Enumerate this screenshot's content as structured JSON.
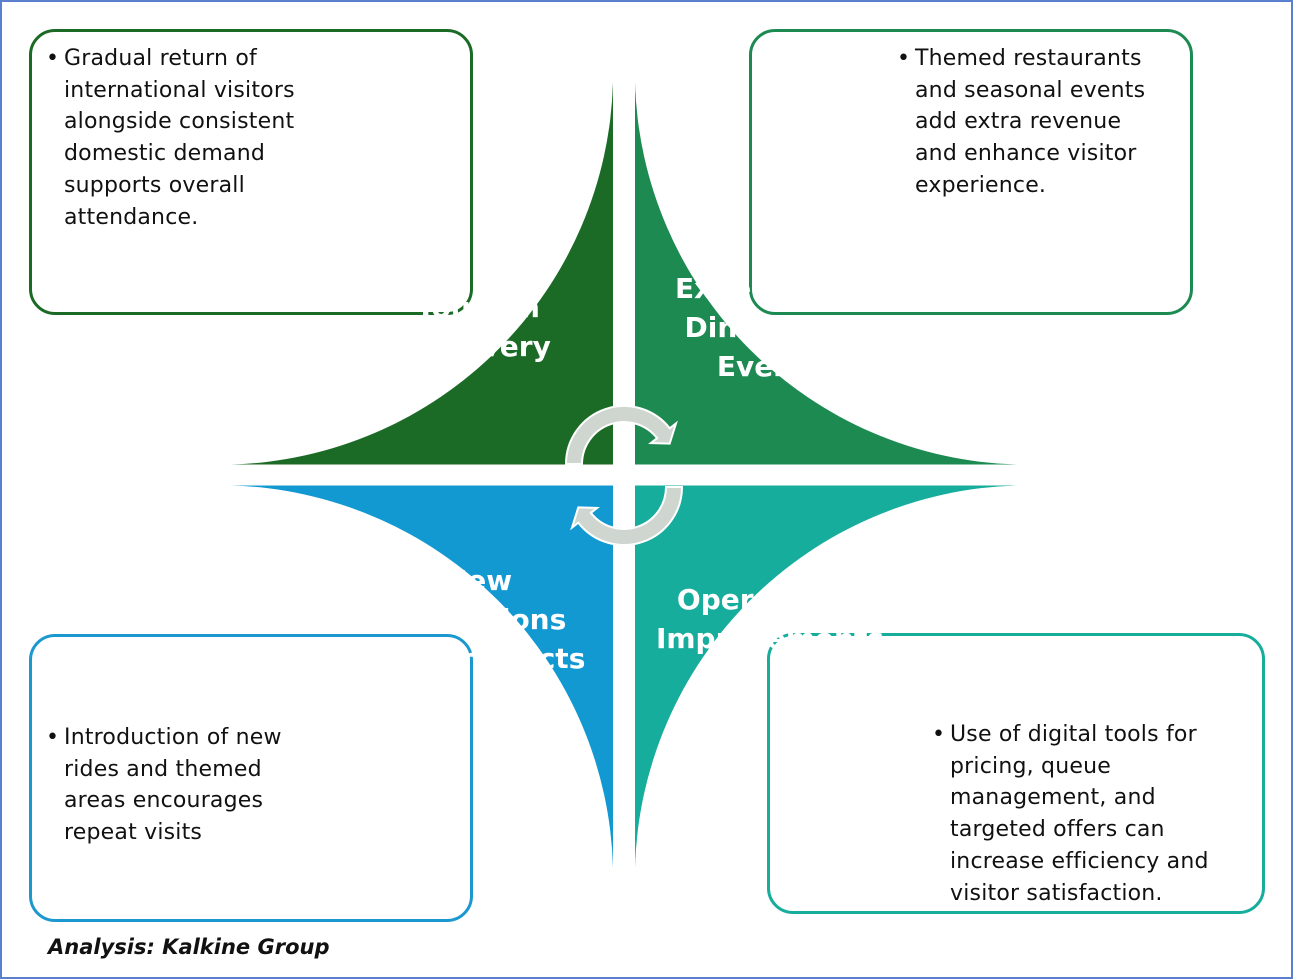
{
  "diagram": {
    "quadrants": [
      {
        "id": "tourism-recovery",
        "label": "Tourism\nRecovery",
        "color": "#1b6b26",
        "description": "Gradual return of\ninternational visitors\nalongside consistent\ndomestic demand\nsupports overall\nattendance."
      },
      {
        "id": "experiential-dining",
        "label": "Experiential\nDining and\nEvents",
        "color": "#1d8a52",
        "description": "Themed restaurants\nand seasonal events\nadd extra revenue\nand enhance visitor\nexperience."
      },
      {
        "id": "new-attractions",
        "label": "New\nAttractions\nand Precincts",
        "color": "#1299d2",
        "description": "Introduction of new\nrides and themed\nareas encourages\nrepeat visits"
      },
      {
        "id": "operational-improvements",
        "label": "Operational\nImprovements",
        "color": "#16ad9c",
        "description": "Use of digital tools for\npricing, queue\nmanagement, and\ntargeted offers can\nincrease efficiency and\nvisitor satisfaction."
      }
    ],
    "cycle_arrows": [
      "clockwise-arrow-top",
      "clockwise-arrow-bottom"
    ],
    "arrow_color": "#cfd6d0",
    "bullet_char": "•",
    "credit": "Analysis: Kalkine Group"
  }
}
